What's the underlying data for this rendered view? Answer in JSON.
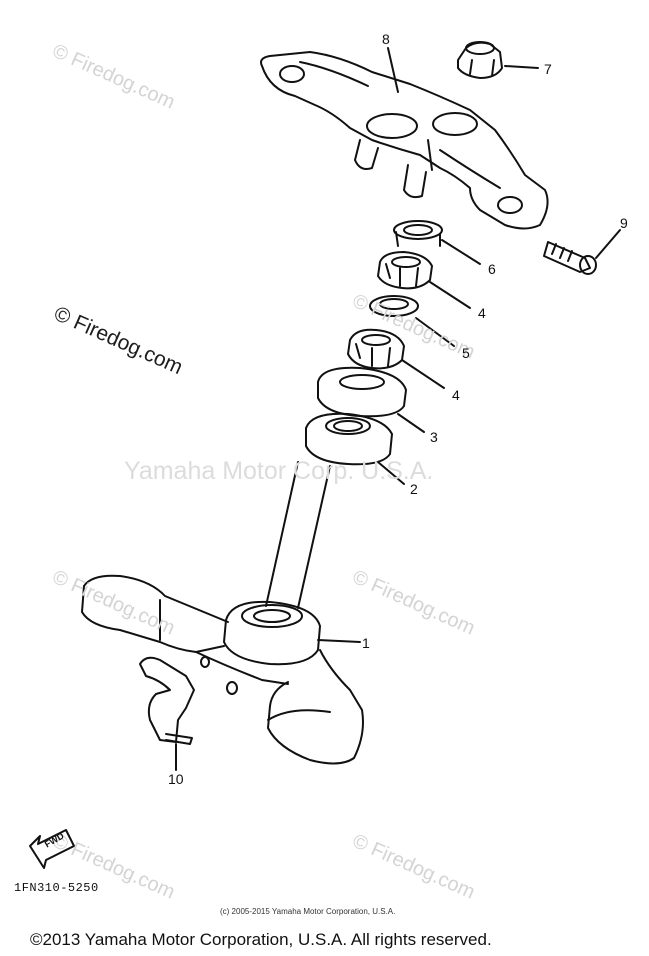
{
  "watermarks": {
    "corner": "© Firedog.com",
    "center": "Yamaha Motor Corp. U.S.A."
  },
  "callouts": [
    "1",
    "2",
    "3",
    "4",
    "4",
    "5",
    "6",
    "7",
    "8",
    "9",
    "10"
  ],
  "part_code": "1FN310-5250",
  "fwd_label": "FWD",
  "small_copyright": "(c) 2005-2015 Yamaha Motor Corporation, U.S.A.",
  "footer_copyright": "©2013 Yamaha Motor Corporation, U.S.A. All rights reserved."
}
